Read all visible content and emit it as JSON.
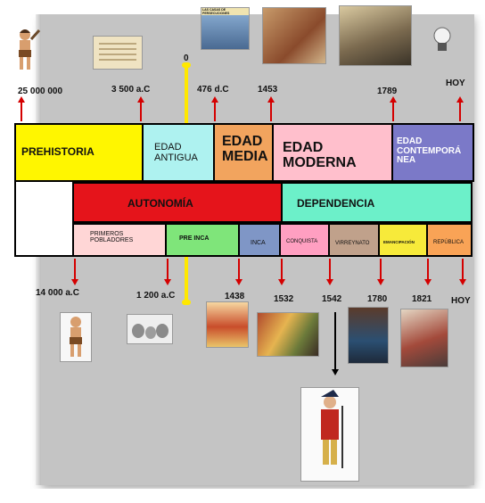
{
  "top_dates": {
    "d1": "25 000 000",
    "d2": "3 500 a.C",
    "d3": "476 d.C",
    "d4": "1453",
    "d5": "1789",
    "zero": "0",
    "hoy": "HOY"
  },
  "eras": {
    "prehistoria": "PREHISTORIA",
    "antigua": "EDAD\nANTIGUA",
    "media": "EDAD\nMEDIA",
    "moderna": "EDAD\nMODERNA",
    "contemporanea": "EDAD\nCONTEMPORÁ\nNEA"
  },
  "middle": {
    "autonomia": "AUTONOMÍA",
    "dependencia": "DEPENDENCIA"
  },
  "peru_periods": {
    "primeros": "PRIMEROS\nPOBLADORES",
    "preinca": "PRE INCA",
    "inca": "INCA",
    "conquista": "CONQUISTA",
    "virreynato": "VIRREYNATO",
    "emancipacion": "EMANCIPACIÓN",
    "republica": "REPÚBLICA"
  },
  "bottom_dates": {
    "b1": "14 000 a.C",
    "b2": "1 200 a.C",
    "b3": "1438",
    "b4": "1532",
    "b5": "1542",
    "b6": "1780",
    "b7": "1821",
    "hoy": "HOY"
  },
  "picture_texts": {
    "crusader_caption": "LAS CASAS DE PERSECUCIONES"
  },
  "colors": {
    "prehistoria": "#fff600",
    "antigua": "#aef2f0",
    "media": "#f2a45e",
    "moderna": "#ffbfcc",
    "contemporanea": "#7b79c8",
    "autonomia": "#e5141b",
    "dependencia": "#6cf0c9",
    "primeros": "#ffd6d6",
    "preinca": "#7fe57a",
    "inca": "#7f96c6",
    "conquista": "#ff9fc1",
    "virreynato": "#c0a18b",
    "emancipacion": "#f7ea3a",
    "republica": "#f9a356",
    "arrow": "#d40000",
    "zero_line": "#ffe800"
  }
}
